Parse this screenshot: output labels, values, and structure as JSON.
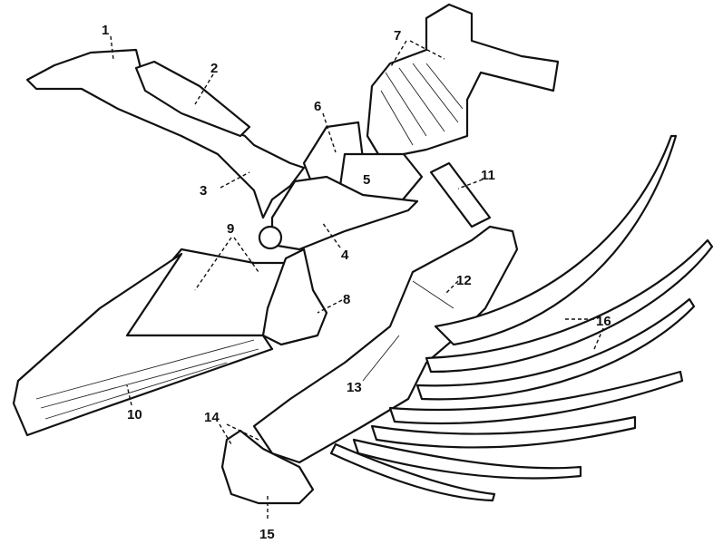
{
  "figure": {
    "labels": [
      "1",
      "2",
      "3",
      "4",
      "5",
      "6",
      "7",
      "8",
      "9",
      "10",
      "11",
      "12",
      "13",
      "14",
      "15",
      "16"
    ],
    "ink_color": "#111111",
    "background": "#ffffff"
  }
}
